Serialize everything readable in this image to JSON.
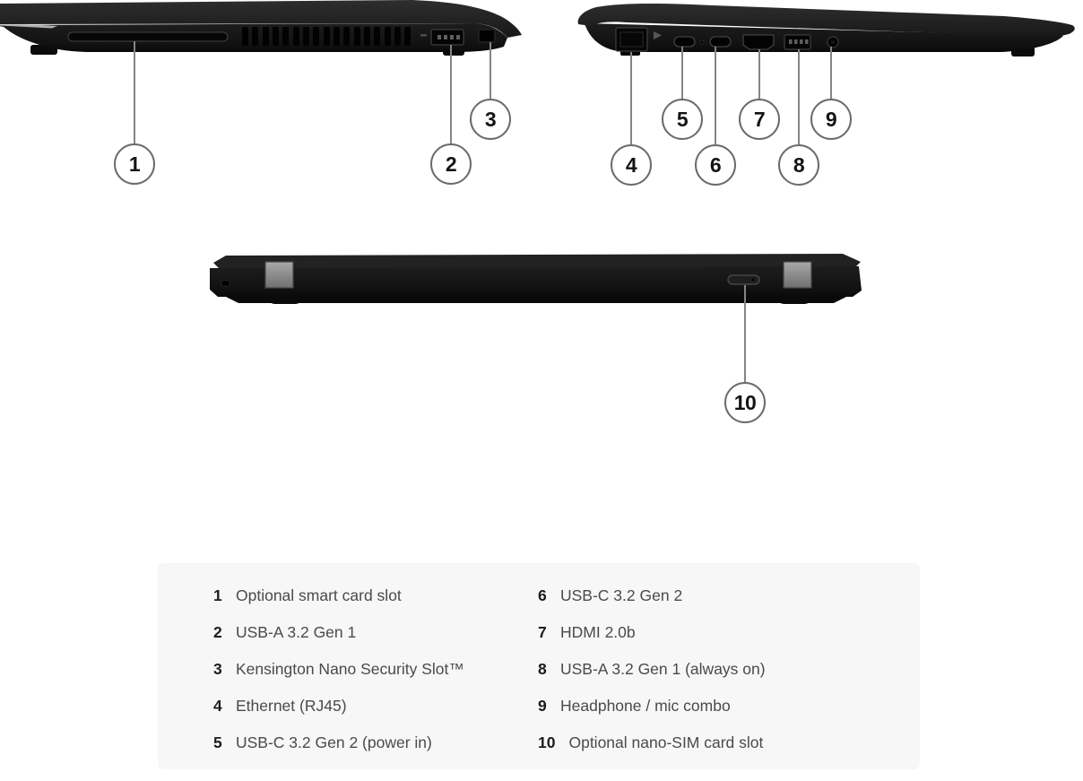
{
  "diagram_subject": "laptop-ports-diagram",
  "callouts": [
    {
      "num": "1"
    },
    {
      "num": "2"
    },
    {
      "num": "3"
    },
    {
      "num": "4"
    },
    {
      "num": "5"
    },
    {
      "num": "6"
    },
    {
      "num": "7"
    },
    {
      "num": "8"
    },
    {
      "num": "9"
    },
    {
      "num": "10"
    }
  ],
  "legend": {
    "columns": [
      [
        {
          "num": "1",
          "label": "Optional smart card slot"
        },
        {
          "num": "2",
          "label": "USB-A 3.2 Gen 1"
        },
        {
          "num": "3",
          "label": "Kensington Nano Security Slot™"
        },
        {
          "num": "4",
          "label": "Ethernet (RJ45)"
        },
        {
          "num": "5",
          "label": "USB-C 3.2 Gen 2 (power in)"
        }
      ],
      [
        {
          "num": "6",
          "label": "USB-C 3.2 Gen 2"
        },
        {
          "num": "7",
          "label": "HDMI 2.0b"
        },
        {
          "num": "8",
          "label": "USB-A 3.2 Gen 1 (always on)"
        },
        {
          "num": "9",
          "label": "Headphone / mic combo"
        },
        {
          "num": "10",
          "label": "Optional nano-SIM card slot"
        }
      ]
    ]
  },
  "icons": {
    "port_shapes": [
      "smart-card-slot",
      "vent-grille",
      "usb-a-port",
      "kensington-slot",
      "ethernet-port",
      "usb-c-port",
      "hdmi-port",
      "headphone-jack",
      "hinge",
      "nano-sim-tray",
      "rubber-foot"
    ]
  },
  "colors": {
    "laptop_body": "#151515",
    "laptop_lid": "#212121",
    "port_cavity": "#040404",
    "hinge_gray": "#8f8f8f",
    "callout_border": "#6b6b6b",
    "callout_line": "#858585",
    "legend_background": "#f7f7f7",
    "legend_number": "#1c1c1c",
    "legend_label": "#4a4a4a",
    "page_background": "#ffffff"
  }
}
